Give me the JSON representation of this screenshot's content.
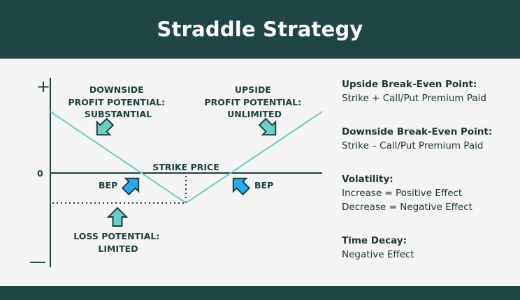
{
  "title": "Straddle Strategy",
  "diagram": {
    "axis_plus": "+",
    "axis_minus": "—",
    "axis_zero": "0",
    "downside_label": [
      "DOWNSIDE",
      "PROFIT POTENTIAL:",
      "SUBSTANTIAL"
    ],
    "upside_label": [
      "UPSIDE",
      "PROFIT POTENTIAL:",
      "UNLIMITED"
    ],
    "strike_price": "STRIKE PRICE",
    "bep_left": "BEP",
    "bep_right": "BEP",
    "loss_label": [
      "LOSS POTENTIAL:",
      "LIMITED"
    ],
    "colors": {
      "line": "#6ecdc4",
      "arrow_teal": "#6ecdc4",
      "arrow_blue": "#29a8f0",
      "dark": "#1f4545"
    }
  },
  "panel": [
    {
      "title": "Upside Break-Even Point:",
      "lines": [
        "Strike + Call/Put Premium Paid"
      ]
    },
    {
      "title": "Downside Break-Even Point:",
      "lines": [
        "Strike – Call/Put Premium Paid"
      ]
    },
    {
      "title": "Volatility:",
      "lines": [
        "Increase = Positive Effect",
        "Decrease = Negative Effect"
      ]
    },
    {
      "title": "Time Decay:",
      "lines": [
        "Negative Effect"
      ]
    }
  ]
}
